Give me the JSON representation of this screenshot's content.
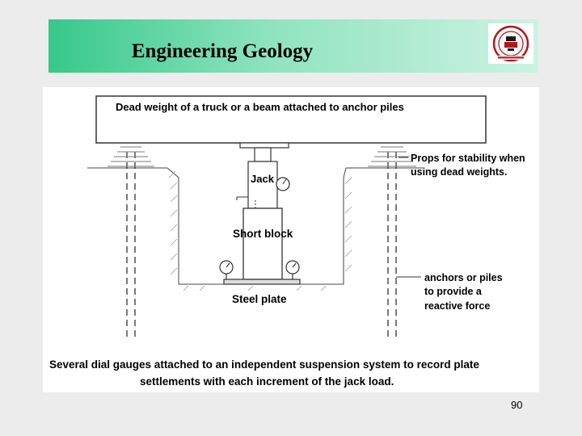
{
  "slide": {
    "title": "Engineering Geology",
    "page_number": "90"
  },
  "logo": {
    "icon": "university-seal-logo"
  },
  "diagram": {
    "labels": {
      "dead_weight": "Dead weight of a truck or a beam attached to anchor piles",
      "props_line1": "Props for stability when",
      "props_line2": "using dead weights.",
      "jack": "Jack",
      "short_block": "Short block",
      "steel_plate": "Steel plate",
      "anchors_line1": "anchors or piles",
      "anchors_line2": "to provide a",
      "anchors_line3": "reactive force",
      "caption_line1": "Several dial gauges attached to an independent suspension system to record plate",
      "caption_line2": "settlements with each increment of the jack load."
    }
  }
}
